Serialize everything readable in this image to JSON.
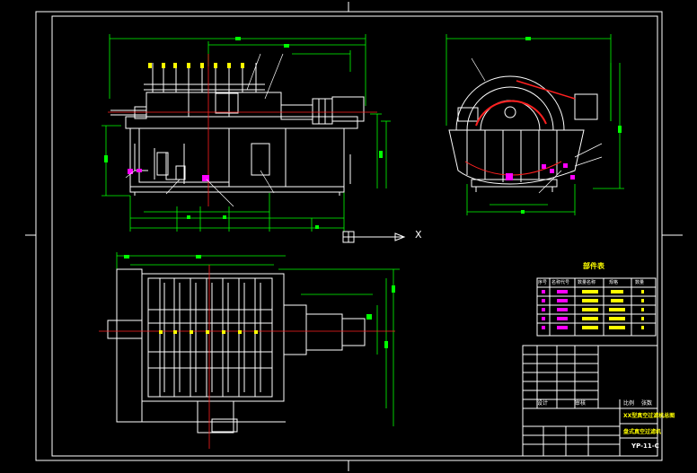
{
  "legend": {
    "title": "部件表",
    "headers": [
      "序号",
      "名称代号",
      "数量名称",
      "规格",
      "数量"
    ]
  },
  "title_block": {
    "title_line_1": "XX型真空过滤机总图",
    "title_line_2": "盘式真空过滤机",
    "drawing_number": "YP-11-C",
    "designer_label": "设计",
    "checker_label": "审核",
    "scale_label": "比例",
    "sheet_label": "张数"
  },
  "ucs": {
    "x_label": "X"
  },
  "colors": {
    "outline": "#ffffff",
    "dimension": "#00ff00",
    "yellow": "#ffff00",
    "red": "#ff2020",
    "magenta": "#ff00ff",
    "cyan": "#00ffff"
  }
}
